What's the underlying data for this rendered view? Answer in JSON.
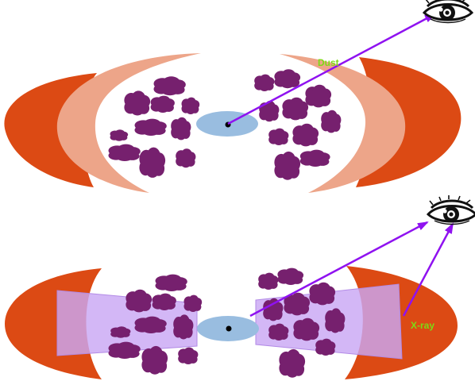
{
  "colors": {
    "outer_torus": "#dc4a14",
    "inner_torus": "#eda589",
    "clouds": "#76206e",
    "disk": "#99bde0",
    "ray": "#8f12f0",
    "xray_cone": "#c9a7f4",
    "label": "#7dda14",
    "eye": "#111111"
  },
  "panels": [
    {
      "id": "top",
      "label": "Dust",
      "observer_icon": "eye-icon",
      "components": [
        "outer-torus",
        "inner-torus",
        "dust-clouds",
        "accretion-disk",
        "black-hole",
        "sightline"
      ]
    },
    {
      "id": "bottom",
      "label": "X-ray",
      "observer_icon": "eye-icon",
      "components": [
        "outer-torus",
        "ionization-cones",
        "dust-clouds",
        "accretion-disk",
        "black-hole",
        "sightlines"
      ]
    }
  ]
}
